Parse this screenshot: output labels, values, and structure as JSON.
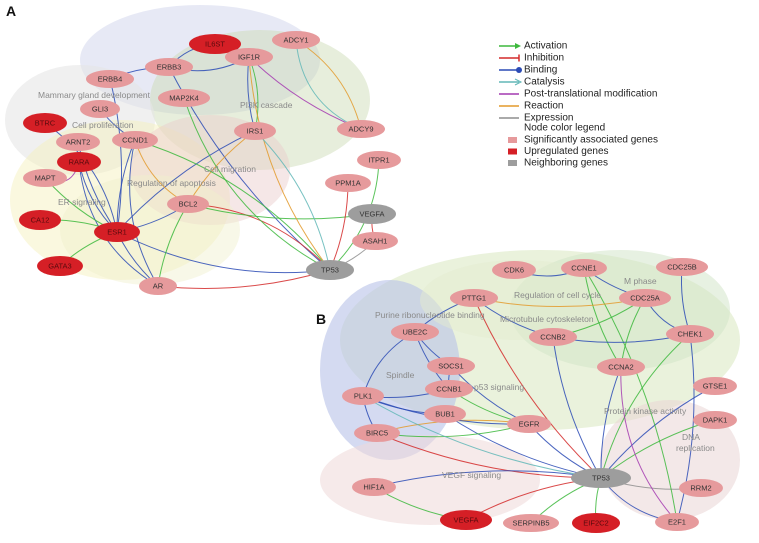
{
  "colors": {
    "activation": "#3db83d",
    "inhibition": "#d42a2a",
    "binding": "#2c4bb5",
    "catalysis": "#62b7b7",
    "ptm": "#a43ab0",
    "reaction": "#e39a2b",
    "expression": "#8e8e8e",
    "significant": "#e69a9c",
    "upregulated": "#d51f26",
    "neighboring": "#9d9d9d"
  },
  "panels": {
    "a": {
      "label": "A",
      "processes": [
        "Mammary gland development",
        "Cell proliferation",
        "PI3K cascade",
        "Cell migration",
        "Regulation of apoptosis",
        "ER signaling"
      ],
      "nodes": [
        {
          "id": "IL6ST",
          "label": "IL6ST",
          "kind": "upregulated"
        },
        {
          "id": "ERBB3",
          "label": "ERBB3",
          "kind": "significant"
        },
        {
          "id": "ERBB4",
          "label": "ERBB4",
          "kind": "significant"
        },
        {
          "id": "IGF1R",
          "label": "IGF1R",
          "kind": "significant"
        },
        {
          "id": "ADCY1",
          "label": "ADCY1",
          "kind": "significant"
        },
        {
          "id": "MAP2K4",
          "label": "MAP2K4",
          "kind": "significant"
        },
        {
          "id": "GLI3",
          "label": "GLI3",
          "kind": "significant"
        },
        {
          "id": "BTRC",
          "label": "BTRC",
          "kind": "upregulated"
        },
        {
          "id": "IRS1",
          "label": "IRS1",
          "kind": "significant"
        },
        {
          "id": "ADCY9",
          "label": "ADCY9",
          "kind": "significant"
        },
        {
          "id": "ARNT2",
          "label": "ARNT2",
          "kind": "significant"
        },
        {
          "id": "CCND1",
          "label": "CCND1",
          "kind": "significant"
        },
        {
          "id": "RARA",
          "label": "RARA",
          "kind": "upregulated"
        },
        {
          "id": "MAPT",
          "label": "MAPT",
          "kind": "significant"
        },
        {
          "id": "ITPR1",
          "label": "ITPR1",
          "kind": "significant"
        },
        {
          "id": "PPM1A",
          "label": "PPM1A",
          "kind": "significant"
        },
        {
          "id": "BCL2",
          "label": "BCL2",
          "kind": "significant"
        },
        {
          "id": "VEGFA",
          "label": "VEGFA",
          "kind": "neighboring"
        },
        {
          "id": "CA12",
          "label": "CA12",
          "kind": "upregulated"
        },
        {
          "id": "ESR1",
          "label": "ESR1",
          "kind": "upregulated"
        },
        {
          "id": "ASAH1",
          "label": "ASAH1",
          "kind": "significant"
        },
        {
          "id": "GATA3",
          "label": "GATA3",
          "kind": "upregulated"
        },
        {
          "id": "TP53",
          "label": "TP53",
          "kind": "neighboring"
        },
        {
          "id": "AR",
          "label": "AR",
          "kind": "significant"
        }
      ]
    },
    "b": {
      "label": "B",
      "processes": [
        "Regulation of cell cycle",
        "M phase",
        "Purine ribonucleotide binding",
        "Microtubule cytoskeleton",
        "Spindle",
        "p53 signaling",
        "Protein kinase activity",
        "DNA replication",
        "VEGF signaling"
      ],
      "nodes": [
        {
          "id": "CDK6",
          "label": "CDK6",
          "kind": "significant"
        },
        {
          "id": "CCNE1",
          "label": "CCNE1",
          "kind": "significant"
        },
        {
          "id": "CDC25B",
          "label": "CDC25B",
          "kind": "significant"
        },
        {
          "id": "PTTG1",
          "label": "PTTG1",
          "kind": "significant"
        },
        {
          "id": "CDC25A",
          "label": "CDC25A",
          "kind": "significant"
        },
        {
          "id": "UBE2C",
          "label": "UBE2C",
          "kind": "significant"
        },
        {
          "id": "CCNB2",
          "label": "CCNB2",
          "kind": "significant"
        },
        {
          "id": "CHEK1",
          "label": "CHEK1",
          "kind": "significant"
        },
        {
          "id": "SOCS1",
          "label": "SOCS1",
          "kind": "significant"
        },
        {
          "id": "CCNA2",
          "label": "CCNA2",
          "kind": "significant"
        },
        {
          "id": "CCNB1",
          "label": "CCNB1",
          "kind": "significant"
        },
        {
          "id": "GTSE1",
          "label": "GTSE1",
          "kind": "significant"
        },
        {
          "id": "PLK1",
          "label": "PLK1",
          "kind": "significant"
        },
        {
          "id": "BUB1",
          "label": "BUB1",
          "kind": "significant"
        },
        {
          "id": "DAPK1",
          "label": "DAPK1",
          "kind": "significant"
        },
        {
          "id": "BIRC5",
          "label": "BIRC5",
          "kind": "significant"
        },
        {
          "id": "EGFR",
          "label": "EGFR",
          "kind": "significant"
        },
        {
          "id": "HIF1A",
          "label": "HIF1A",
          "kind": "significant"
        },
        {
          "id": "TP53b",
          "label": "TP53",
          "kind": "neighboring"
        },
        {
          "id": "RRM2",
          "label": "RRM2",
          "kind": "significant"
        },
        {
          "id": "VEGFAb",
          "label": "VEGFA",
          "kind": "upregulated"
        },
        {
          "id": "SERPINB5",
          "label": "SERPINB5",
          "kind": "significant"
        },
        {
          "id": "EIF2C2",
          "label": "EIF2C2",
          "kind": "upregulated"
        },
        {
          "id": "E2F1",
          "label": "E2F1",
          "kind": "significant"
        }
      ]
    }
  },
  "legend": {
    "edges": [
      {
        "label": "Activation",
        "type": "activation"
      },
      {
        "label": "Inhibition",
        "type": "inhibition"
      },
      {
        "label": "Binding",
        "type": "binding"
      },
      {
        "label": "Catalysis",
        "type": "catalysis"
      },
      {
        "label": "Post-translational modification",
        "type": "ptm"
      },
      {
        "label": "Reaction",
        "type": "reaction"
      },
      {
        "label": "Expression",
        "type": "expression"
      }
    ],
    "node_title": "Node color legend",
    "nodes": [
      {
        "label": "Significantly associated genes",
        "kind": "significant"
      },
      {
        "label": "Upregulated genes",
        "kind": "upregulated"
      },
      {
        "label": "Neighboring genes",
        "kind": "neighboring"
      }
    ]
  }
}
